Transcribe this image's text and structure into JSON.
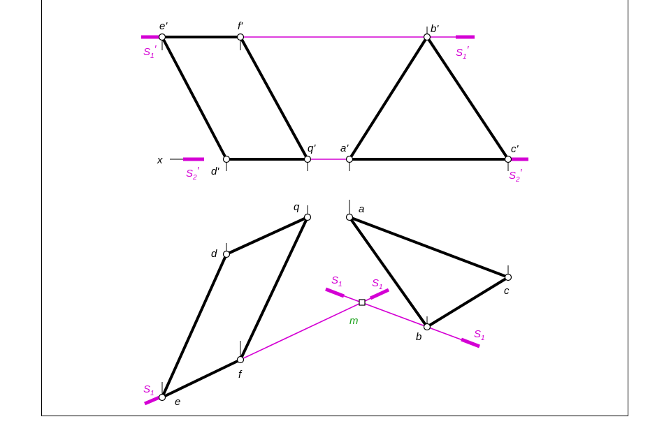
{
  "points": {
    "e_prime": "e'",
    "f_prime": "f'",
    "b_prime": "b'",
    "q_prime": "q'",
    "a_prime": "a'",
    "c_prime": "c'",
    "d_prime": "d'",
    "x_axis": "x",
    "q": "q",
    "a": "a",
    "d": "d",
    "c": "c",
    "m": "m",
    "b": "b",
    "f": "f",
    "e": "e"
  },
  "traces": {
    "S1_prime": {
      "letter": "S",
      "sub": "1",
      "prime": "′"
    },
    "S2_prime": {
      "letter": "S",
      "sub": "2",
      "prime": "′"
    },
    "S1": {
      "letter": "S",
      "sub": "1"
    }
  },
  "colors": {
    "construction": "#d400d4",
    "point_m": "#1fa31f",
    "edges": "#000000"
  }
}
